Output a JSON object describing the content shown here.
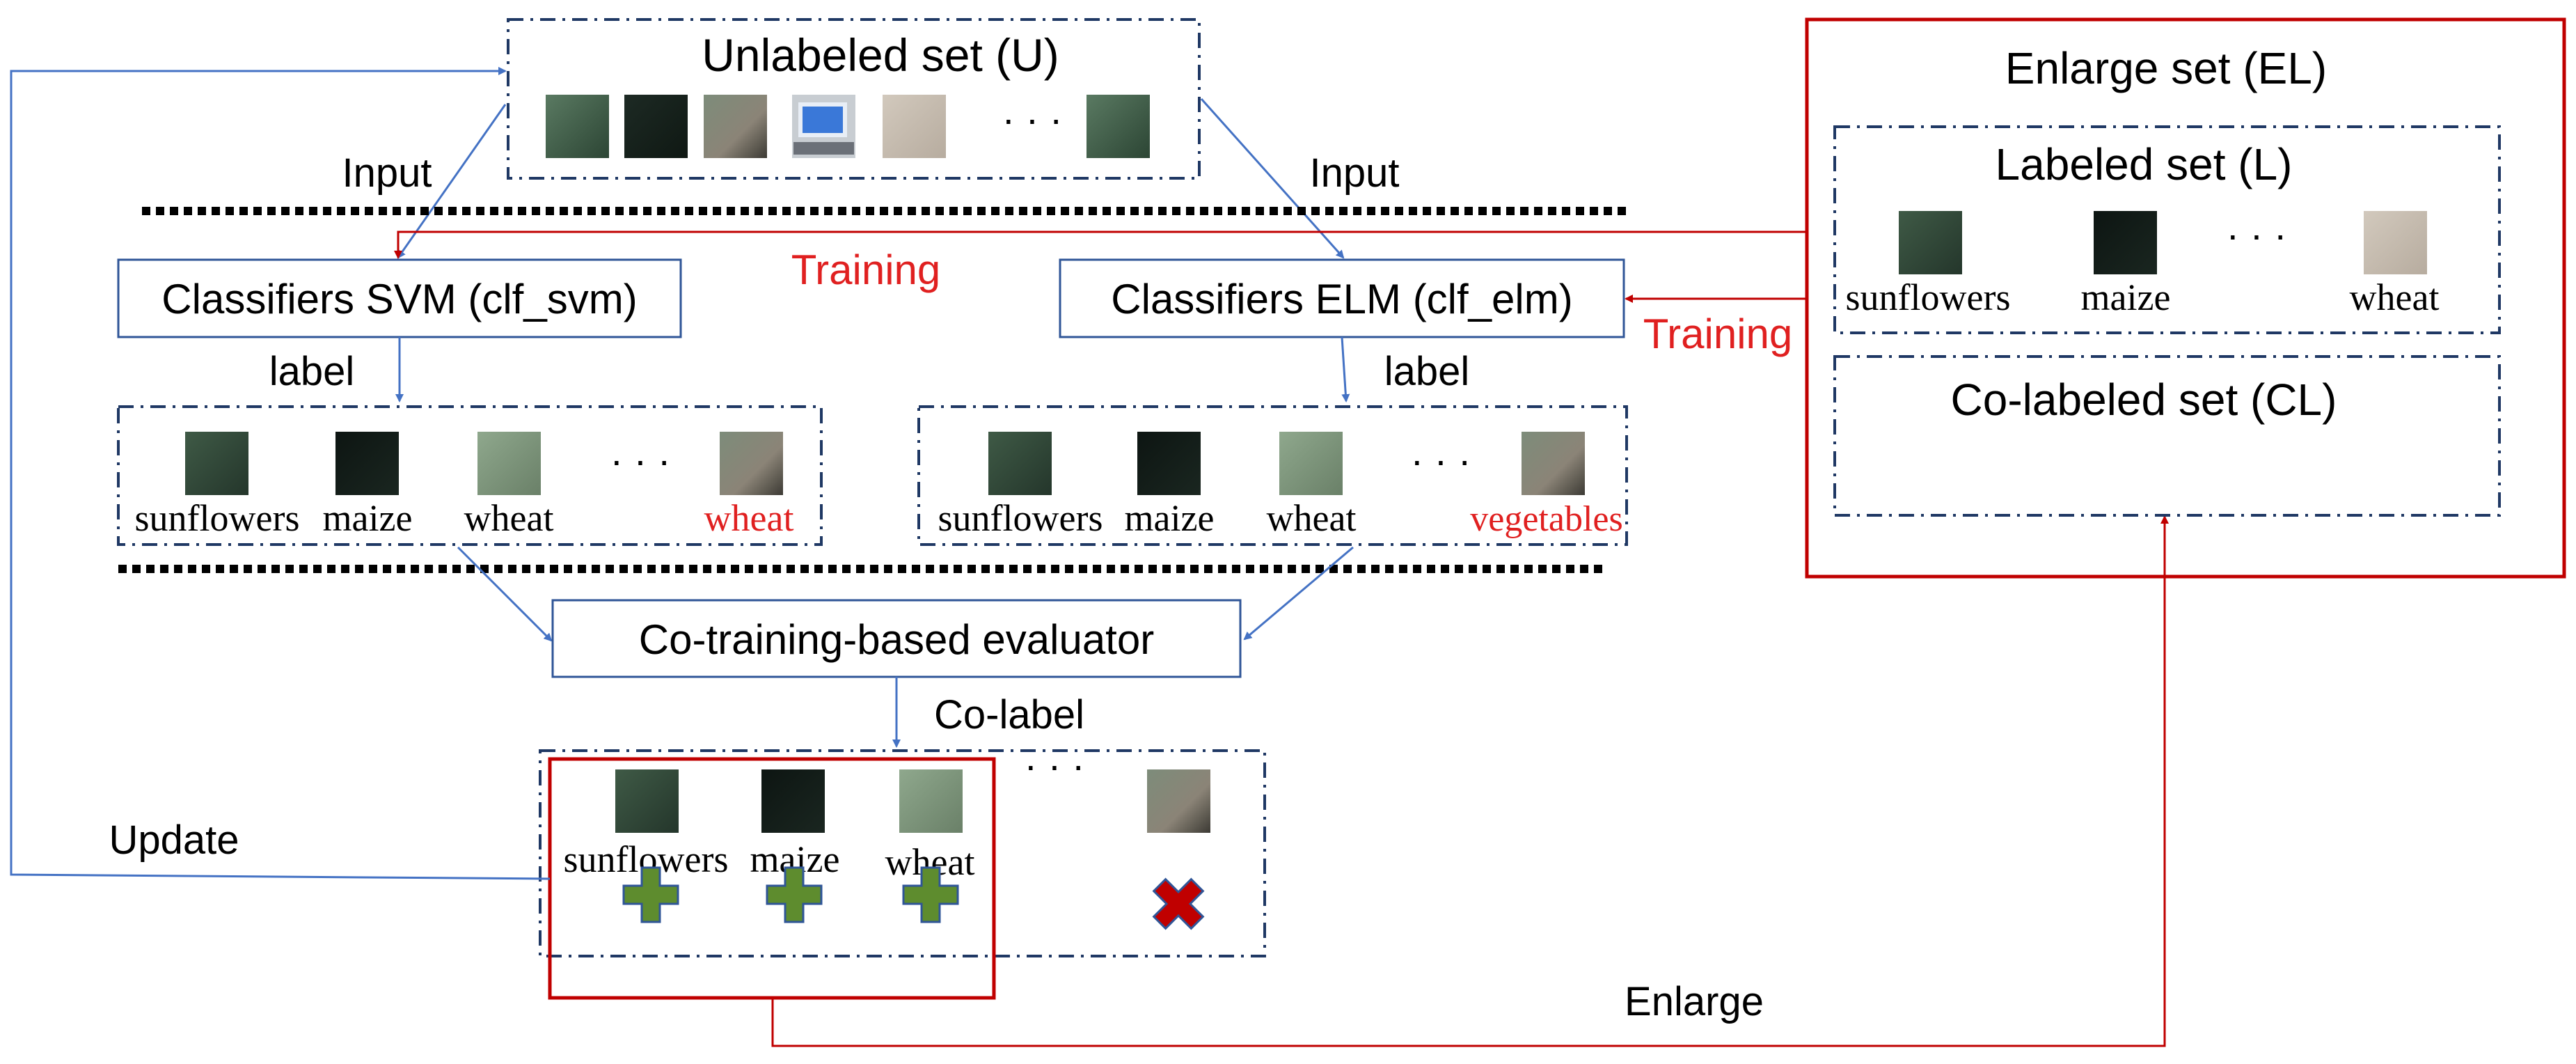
{
  "colors": {
    "blue_line": "#4472C4",
    "dash_box": "#1F3864",
    "red": "#C00000",
    "red_text": "#E02020",
    "plus_fill": "#5E8C2E",
    "plus_stroke": "#2F5597",
    "cross_fill": "#C00000",
    "text": "#000000"
  },
  "unlabeled": {
    "title": "Unlabeled set (U)",
    "ellipsis": "· · ·"
  },
  "input_left": "Input",
  "input_right": "Input",
  "training_left": "Training",
  "training_right": "Training",
  "clf_svm": "Classifiers SVM (clf_svm)",
  "clf_elm": "Classifiers ELM (clf_elm)",
  "label_left": "label",
  "label_right": "label",
  "svm_results": {
    "labels": [
      "sunflowers",
      "maize",
      "wheat",
      "wheat"
    ],
    "ellipsis": "· · ·"
  },
  "elm_results": {
    "labels": [
      "sunflowers",
      "maize",
      "wheat",
      "vegetables"
    ],
    "ellipsis": "· · ·"
  },
  "evaluator": "Co-training-based evaluator",
  "co_label": "Co-label",
  "colabel_results": {
    "labels": [
      "sunflowers",
      "maize",
      "wheat"
    ],
    "ellipsis": "· · ·"
  },
  "update": "Update",
  "enlarge": "Enlarge",
  "enlarge_set": {
    "title": "Enlarge set (EL)",
    "labeled_title": "Labeled set (L)",
    "labeled_items": [
      "sunflowers",
      "maize",
      "wheat"
    ],
    "ellipsis": "· · ·",
    "colabeled_title": "Co-labeled set (CL)"
  }
}
